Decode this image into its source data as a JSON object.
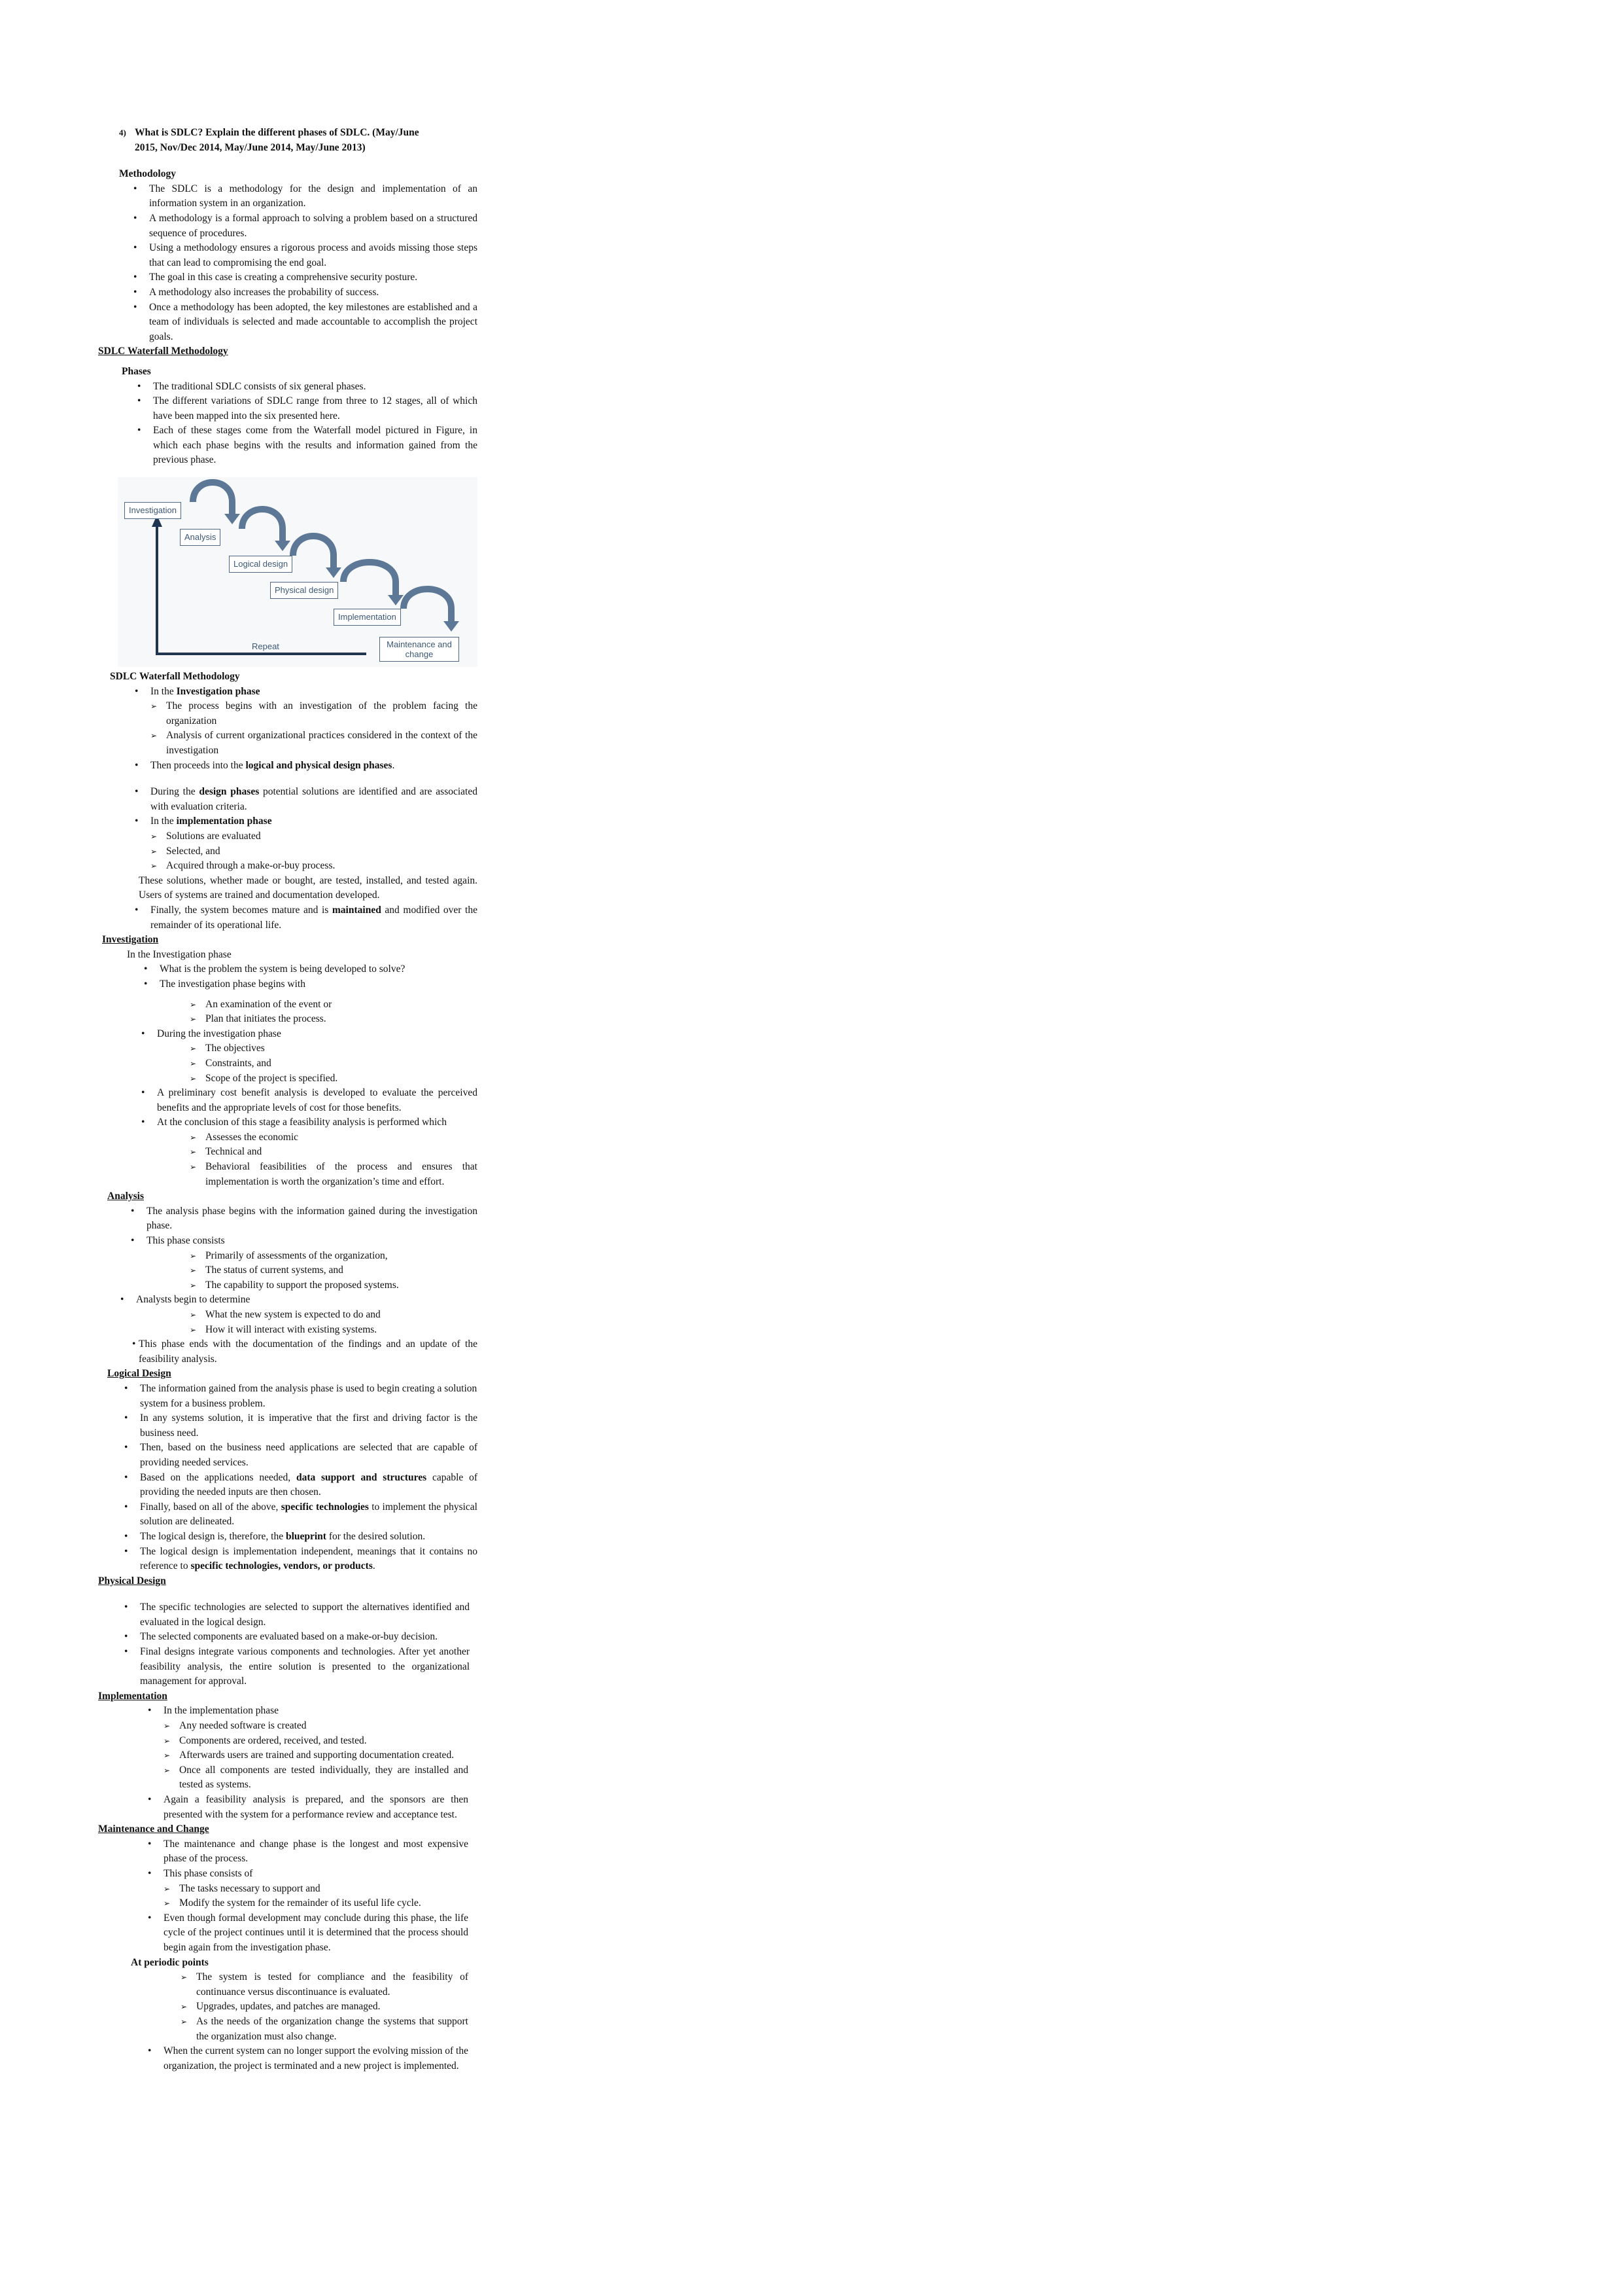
{
  "question": {
    "number": "4)",
    "line1": "What is SDLC? Explain the different phases of SDLC. (May/June",
    "line2": "2015, Nov/Dec 2014, May/June 2014, May/June 2013)"
  },
  "methodology": {
    "heading": "Methodology",
    "items": [
      "The SDLC is a methodology for the design and implementation of an information system in an organization.",
      "A methodology is a formal approach to solving a problem based on a structured sequence of procedures.",
      "Using a methodology ensures a rigorous process and avoids missing those steps that can lead to compromising the end goal.",
      "The goal in this case is creating a comprehensive security posture.",
      "A methodology also increases the probability of success.",
      "Once a methodology has been adopted, the key milestones are established and a team of individuals is selected and made accountable to accomplish the project goals."
    ]
  },
  "waterfall": {
    "heading": "SDLC Waterfall Methodology",
    "phases_heading": "Phases",
    "items": [
      "The traditional SDLC consists of six general phases.",
      "The different variations of SDLC range from three to 12 stages, all of which have been mapped into the six presented here.",
      "Each of these stages come from the Waterfall model pictured in Figure, in which each phase begins with the results and information gained from the previous phase."
    ]
  },
  "figure": {
    "boxes": [
      "Investigation",
      "Analysis",
      "Logical design",
      "Physical design",
      "Implementation",
      "Maintenance and change"
    ],
    "repeat_label": "Repeat",
    "line_color": "#1f3552",
    "arc_color": "#5d7896"
  },
  "overview": {
    "heading": "SDLC Waterfall Methodology",
    "b1_pre": "In the ",
    "b1_bold": "Investigation phase",
    "b1_subs": [
      "The process begins with an investigation of the problem facing the organization",
      "Analysis of current organizational practices considered in the context of the investigation"
    ],
    "b2_pre": "Then proceeds into the ",
    "b2_bold": "logical and physical design phases",
    "b2_post": ".",
    "b3_pre": "During the ",
    "b3_bold": "design phases",
    "b3_post": " potential solutions are identified and are associated with evaluation criteria.",
    "b4_pre": "In the ",
    "b4_bold": "implementation phase",
    "b4_subs": [
      "Solutions are evaluated",
      "Selected, and",
      "Acquired through a make-or-buy process."
    ],
    "para": "These solutions, whether made or bought, are tested, installed, and tested again. Users of systems are trained and documentation developed.",
    "b5_pre": "Finally, the system becomes mature and is ",
    "b5_bold": "maintained",
    "b5_post": " and modified over the remainder of its operational life."
  },
  "investigation": {
    "heading": "Investigation",
    "intro": "In the Investigation phase",
    "b1": "What is the problem the system is being developed to solve?",
    "b2": "The investigation phase begins with",
    "b2_subs": [
      "An examination of the event or",
      "Plan that initiates the process."
    ],
    "b3": "During the investigation phase",
    "b3_subs": [
      "The objectives",
      "Constraints, and",
      "Scope of the project is specified."
    ],
    "b4": "A preliminary cost benefit analysis is developed to evaluate the perceived benefits and the appropriate levels of cost for those benefits.",
    "b5": "At the conclusion of this stage a feasibility analysis is performed which",
    "b5_subs": [
      "Assesses the economic",
      "Technical  and",
      "Behavioral feasibilities of the process and ensures that implementation is worth the organization’s time and effort."
    ]
  },
  "analysis": {
    "heading": "Analysis",
    "b1": "The analysis phase begins with the information gained during the investigation phase.",
    "b2": "This phase consists",
    "b2_subs": [
      "Primarily of assessments of the organization,",
      "The status of current systems, and",
      "The capability to support the proposed systems."
    ],
    "b3": "Analysts begin to determine",
    "b3_subs": [
      "What the new system is expected to do  and",
      "How it will interact with existing systems."
    ],
    "b4": "This phase ends with the documentation of the findings and an update of the feasibility analysis."
  },
  "logical": {
    "heading": "Logical Design",
    "b1": "The information gained from the analysis phase is used to begin creating a solution",
    "b1_cont": "system for a business problem.",
    "b2": "In any systems solution, it is imperative that the first and driving factor is the business need.",
    "b3": "Then, based on the business need applications are selected that are capable of providing needed services.",
    "b4_pre": "Based on the applications needed, ",
    "b4_bold": "data support and structures",
    "b4_post": " capable of providing the needed inputs are then chosen.",
    "b5_pre": "Finally, based on all of the above, ",
    "b5_bold": "specific technologies",
    "b5_post": " to implement the physical solution are delineated.",
    "b6_pre": "The logical design is, therefore, the ",
    "b6_bold": "blueprint",
    "b6_post": " for the desired solution.",
    "b7_pre": "The logical design is implementation independent, meanings that it contains no reference to ",
    "b7_bold": "specific technologies, vendors, or products",
    "b7_post": "."
  },
  "physical": {
    "heading": "Physical Design",
    "items": [
      "The specific technologies are selected to support the alternatives identified and evaluated in the logical design.",
      "The selected components are evaluated based on a make-or-buy decision.",
      "Final designs integrate various components and technologies. After yet another feasibility analysis, the entire solution is presented to the organizational management for approval."
    ]
  },
  "implementation": {
    "heading": "Implementation",
    "b1": "In the implementation phase",
    "b1_subs": [
      "Any needed software is created",
      "Components are ordered, received, and tested.",
      "Afterwards users are trained and supporting documentation created.",
      "Once all components are tested individually, they are installed and tested as systems."
    ],
    "b2": "Again a feasibility analysis is prepared, and the sponsors are then presented with the system for a performance review and acceptance test."
  },
  "maintenance": {
    "heading": "Maintenance and Change",
    "b1": "The maintenance and change phase is the longest and most expensive phase of the process.",
    "b2": "This phase consists of",
    "b2_subs": [
      "The tasks necessary to support and",
      "Modify the system for the remainder of its useful life cycle."
    ],
    "b3": "Even though formal development may conclude during this phase, the life cycle of the project continues until it is determined that the process should begin again from the investigation phase.",
    "periodic_heading": "At periodic points",
    "periodic_subs": [
      "The system is tested for compliance and the feasibility of continuance versus discontinuance is evaluated.",
      "Upgrades, updates, and patches are managed.",
      "As the needs of the organization change the systems that support the organization must also change."
    ],
    "b4": "When the current system can no longer support the evolving mission of the organization, the project is terminated and a new project is implemented."
  }
}
